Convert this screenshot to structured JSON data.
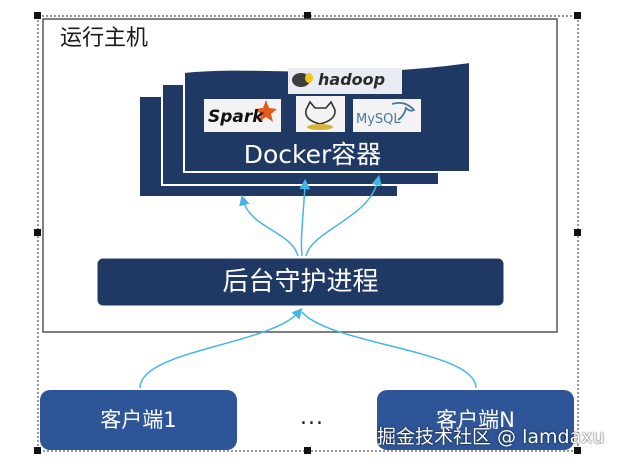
{
  "host": {
    "title": "运行主机"
  },
  "docker": {
    "label": "Docker容器",
    "logos": {
      "spark": "Spark",
      "hadoop": "hadoop",
      "mysql": "MySQL"
    }
  },
  "daemon": {
    "label": "后台守护进程"
  },
  "clients": [
    {
      "label": "客户端1"
    },
    {
      "label": "客户端N"
    }
  ],
  "ellipsis": "...",
  "watermark": "掘金技术社区 @ lamdaxu",
  "colors": {
    "container_fill": "#1f3864",
    "container_stroke": "#ffffff",
    "daemon_fill": "#1f3864",
    "client_fill": "#2e5597",
    "arrow": "#45b5e8",
    "frame": "#2f2f2f"
  }
}
